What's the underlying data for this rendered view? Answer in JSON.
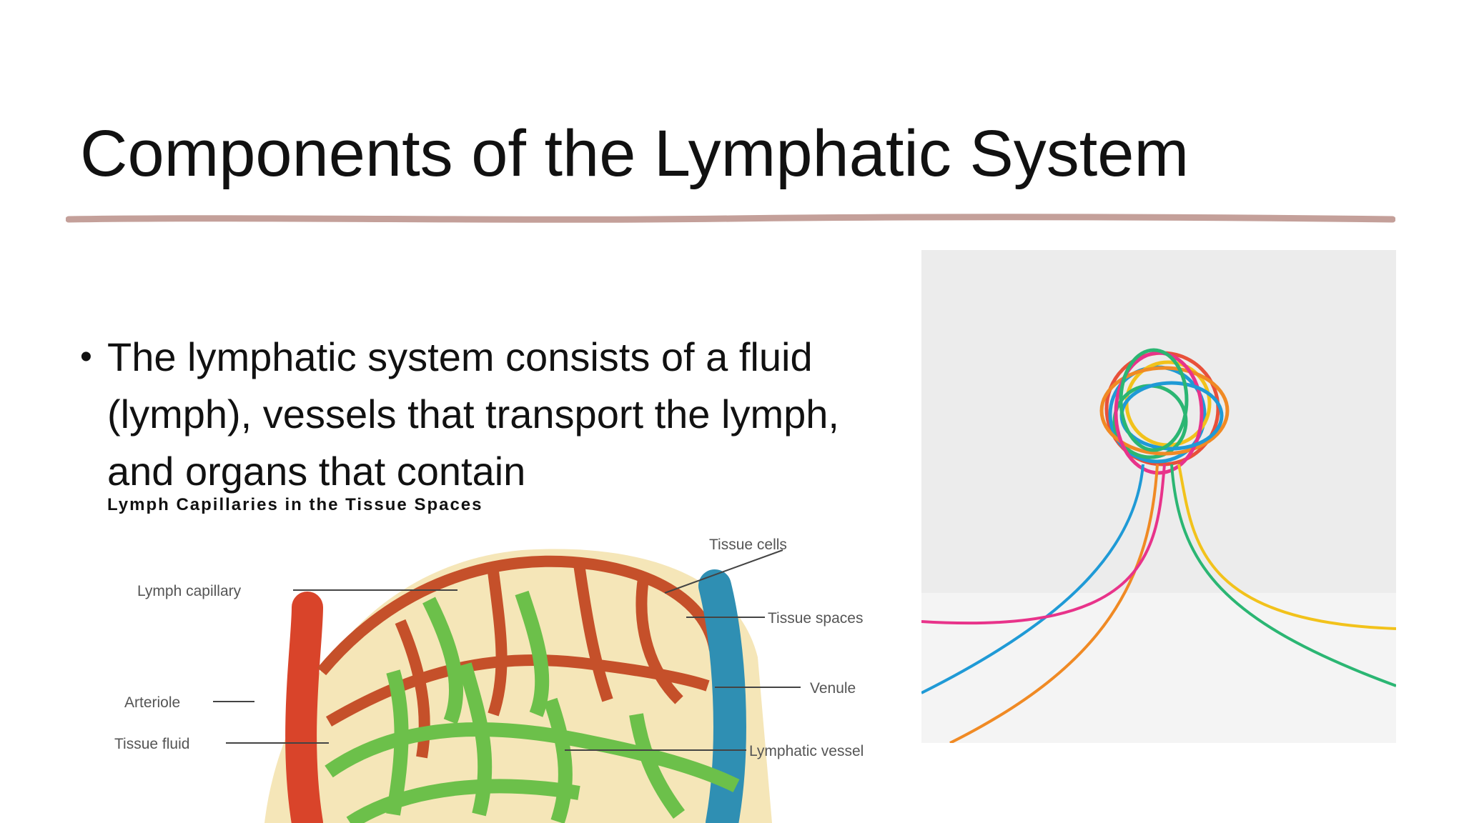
{
  "slide": {
    "title": "Components of the Lymphatic System",
    "bullet": "The lymphatic system consists of a fluid (lymph), vessels that transport the lymph, and organs that contain"
  },
  "diagram": {
    "title": "Lymph Capillaries in the Tissue Spaces",
    "labels": {
      "tissue_cells": "Tissue cells",
      "lymph_capillary": "Lymph capillary",
      "tissue_spaces": "Tissue spaces",
      "arteriole": "Arteriole",
      "venule": "Venule",
      "tissue_fluid": "Tissue fluid",
      "lymphatic_vessel": "Lymphatic vessel"
    }
  },
  "colors": {
    "accent_rule": "#c4a09a",
    "arteriole": "#d9442a",
    "venule": "#2f8fb3",
    "lymph": "#6cc04a",
    "tissue": "#f5e6b8"
  }
}
